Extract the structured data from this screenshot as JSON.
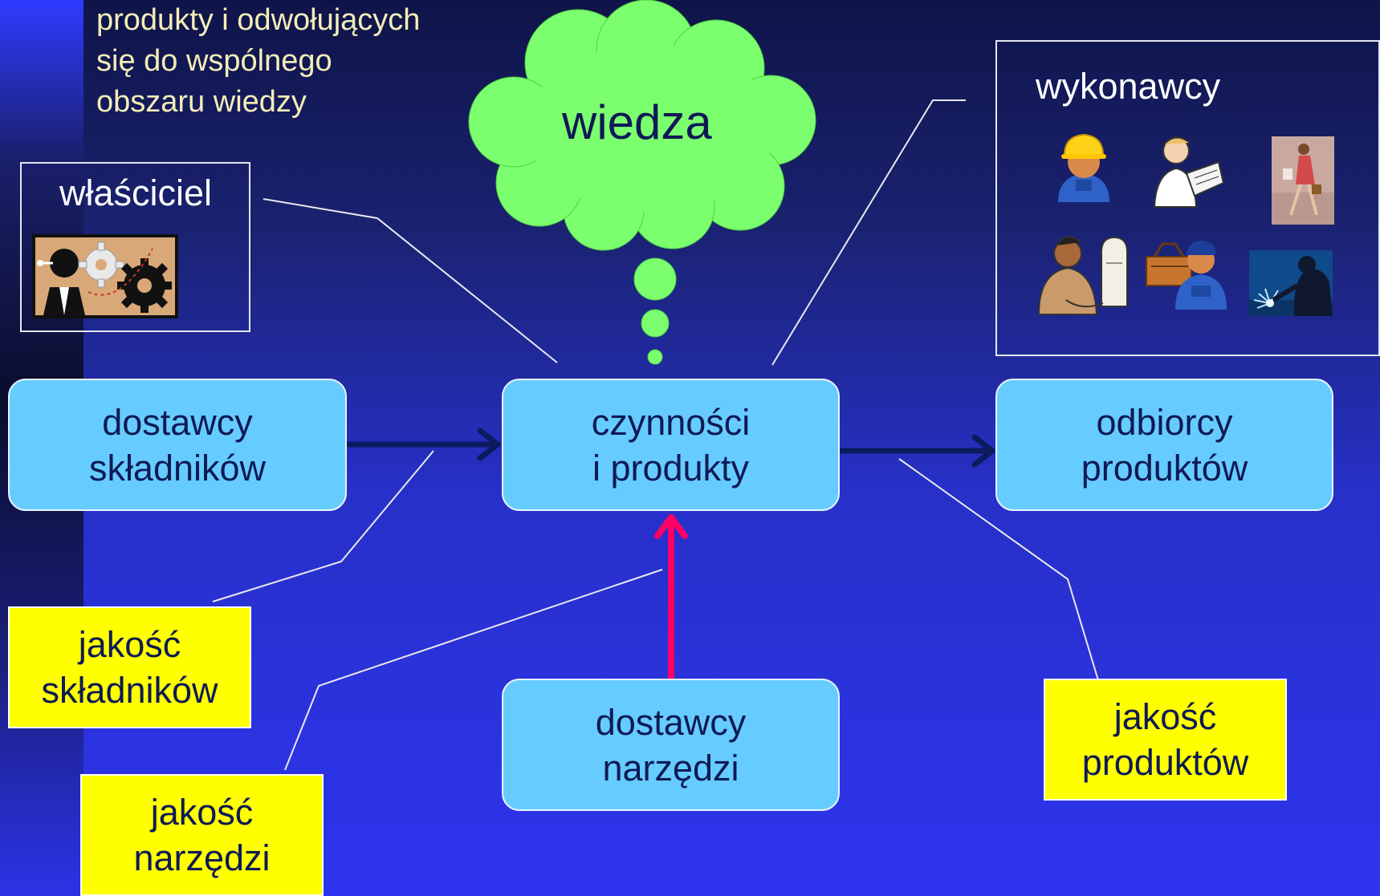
{
  "intro_lines": [
    "produkty i odwołujących",
    "się do wspólnego",
    "obszaru wiedzy"
  ],
  "knowledge_cloud": {
    "label": "wiedza",
    "color": "#7cff6e"
  },
  "owner": {
    "label": "właściciel",
    "icons": [
      "owner-gears-icon"
    ]
  },
  "workers": {
    "label": "wykonawcy",
    "icons": [
      "construction-worker-icon",
      "architect-icon",
      "businesswoman-icon",
      "computer-engineer-icon",
      "mechanic-toolbox-icon",
      "welder-icon"
    ]
  },
  "nodes": {
    "ingredient_suppliers": [
      "dostawcy",
      "składników"
    ],
    "activities": [
      "czynności",
      "i produkty"
    ],
    "product_recipients": [
      "odbiorcy",
      "produktów"
    ],
    "tool_suppliers": [
      "dostawcy",
      "narzędzi"
    ]
  },
  "quality": {
    "ingredients": [
      "jakość",
      "składników"
    ],
    "tools": [
      "jakość",
      "narzędzi"
    ],
    "products": [
      "jakość",
      "produktów"
    ]
  },
  "colors": {
    "node_fill": "#66ccff",
    "quality_fill": "#ffff00",
    "tools_arrow": "#ff0066",
    "flow_arrow": "#0b1b5e",
    "intro_text": "#f4edb8"
  }
}
